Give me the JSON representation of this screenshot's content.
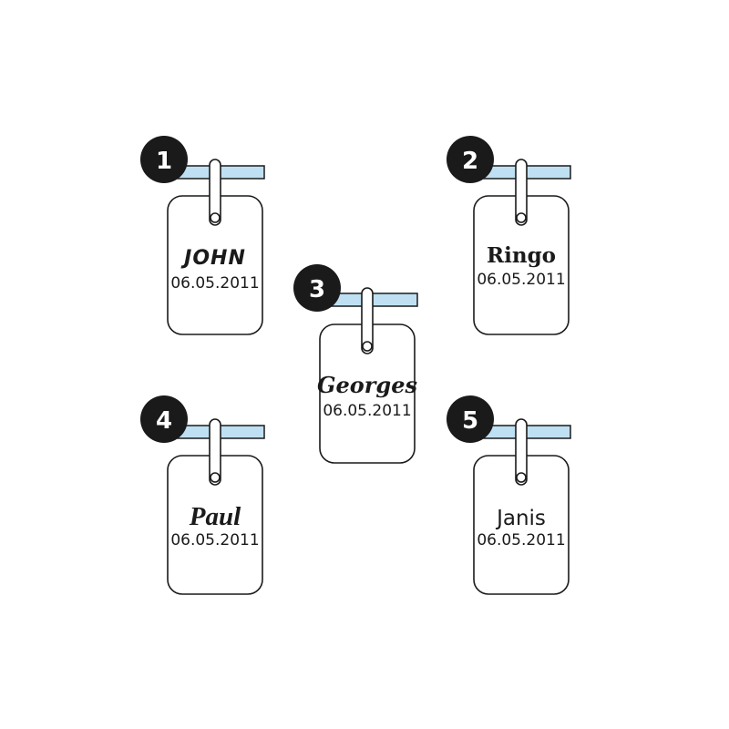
{
  "colors": {
    "outline": "#1a1a1a",
    "badge": "#1a1a1a",
    "cord": "#bfe0f2"
  },
  "tags": [
    {
      "number": "1",
      "name": "JOHN",
      "date": "06.05.2011"
    },
    {
      "number": "2",
      "name": "Ringo",
      "date": "06.05.2011"
    },
    {
      "number": "3",
      "name": "Georges",
      "date": "06.05.2011"
    },
    {
      "number": "4",
      "name": "Paul",
      "date": "06.05.2011"
    },
    {
      "number": "5",
      "name": "Janis",
      "date": "06.05.2011"
    }
  ]
}
